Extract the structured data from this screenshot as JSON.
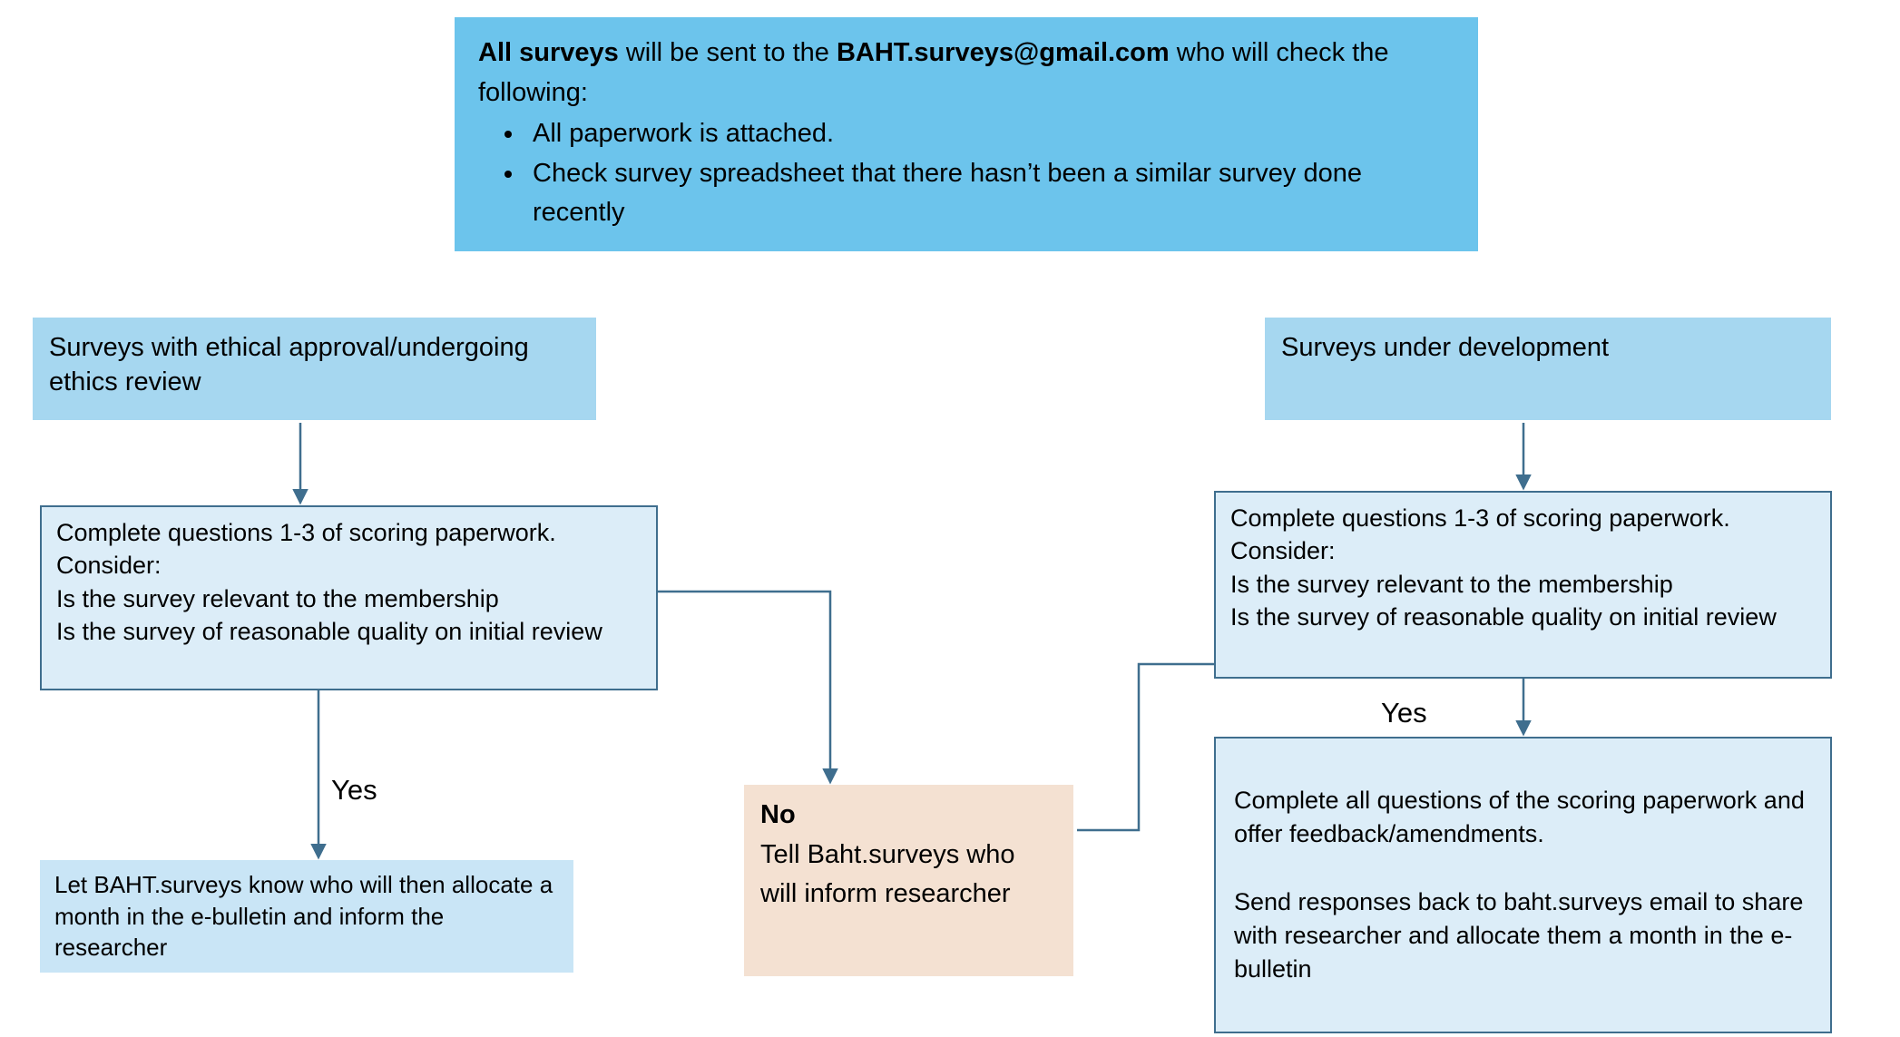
{
  "colors": {
    "top_note_fill": "#6CC4EC",
    "branch_header_fill": "#A6D7F0",
    "review_box_fill": "#DCEDF8",
    "review_box_border": "#3F6E8E",
    "left_outcome_fill": "#C9E5F6",
    "no_box_fill": "#F4E1D2",
    "arrow_color": "#3F6E8E"
  },
  "top_note": {
    "bold_intro": "All surveys",
    "text_mid": " will be sent to the ",
    "email": "BAHT.surveys@gmail.com",
    "text_end": " who will check the following:",
    "bullets": [
      "All paperwork is attached.",
      "Check survey spreadsheet that there hasn’t been a similar survey done recently"
    ]
  },
  "left_branch": {
    "header": "Surveys with ethical approval/undergoing ethics review",
    "review": "Complete questions 1-3 of scoring paperwork.\nConsider:\nIs the survey relevant to the membership\nIs the survey of reasonable quality on initial review",
    "yes_label": "Yes",
    "outcome": "Let BAHT.surveys know who will then allocate a month in the e-bulletin and inform the researcher"
  },
  "right_branch": {
    "header": "Surveys under development",
    "review": "Complete questions 1-3 of scoring paperwork.\nConsider:\nIs the survey relevant to the membership\nIs the survey of reasonable quality on initial review",
    "yes_label": "Yes",
    "outcome_1": "Complete all questions of the scoring paperwork and offer feedback/amendments.",
    "outcome_2": "Send responses back to baht.surveys email to share with researcher and allocate them a month in the e-bulletin"
  },
  "no_box": {
    "title": "No",
    "body": "Tell Baht.surveys who will inform researcher"
  }
}
